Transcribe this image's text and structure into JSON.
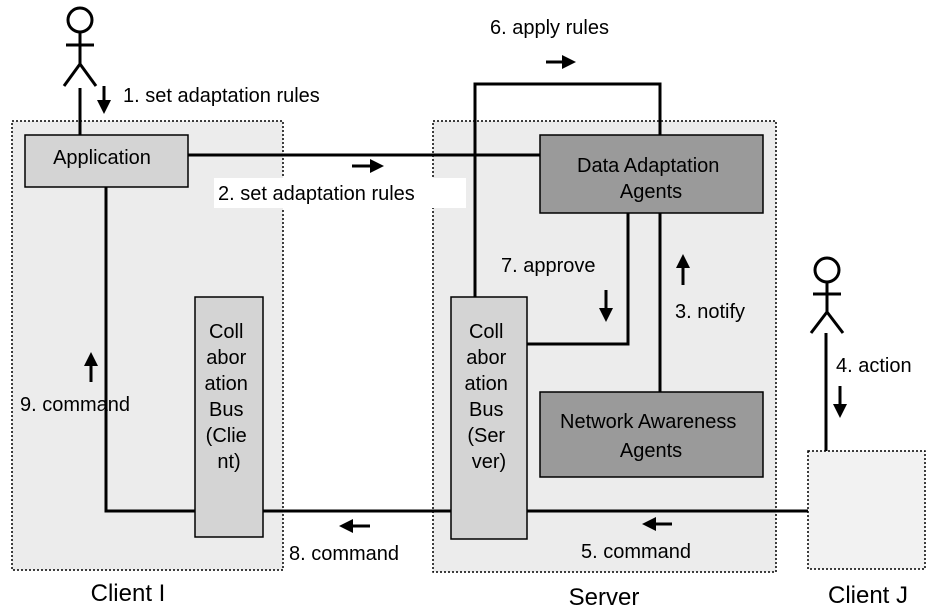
{
  "regions": {
    "client_i": "Client I",
    "server": "Server",
    "client_j": "Client J"
  },
  "boxes": {
    "application": "Application",
    "data_adaptation": [
      "Data Adaptation",
      "Agents"
    ],
    "network_awareness": [
      "Network Awareness",
      "Agents"
    ],
    "bus_client": [
      "Coll",
      "abor",
      "ation",
      "Bus",
      "(Clie",
      "nt)"
    ],
    "bus_server": [
      "Coll",
      "abor",
      "ation",
      "Bus",
      "(Ser",
      "ver)"
    ]
  },
  "steps": {
    "s1": "1. set adaptation rules",
    "s2": "2. set adaptation rules",
    "s3": "3. notify",
    "s4": "4. action",
    "s5": "5. command",
    "s6": "6. apply rules",
    "s7": "7. approve",
    "s8": "8. command",
    "s9": "9. command"
  },
  "colors": {
    "client_box": "#d4d4d4",
    "agent_box": "#9a9a9a",
    "region_fill": "#ececec",
    "client_j_fill": "#f2f2f2",
    "line": "#000000"
  }
}
